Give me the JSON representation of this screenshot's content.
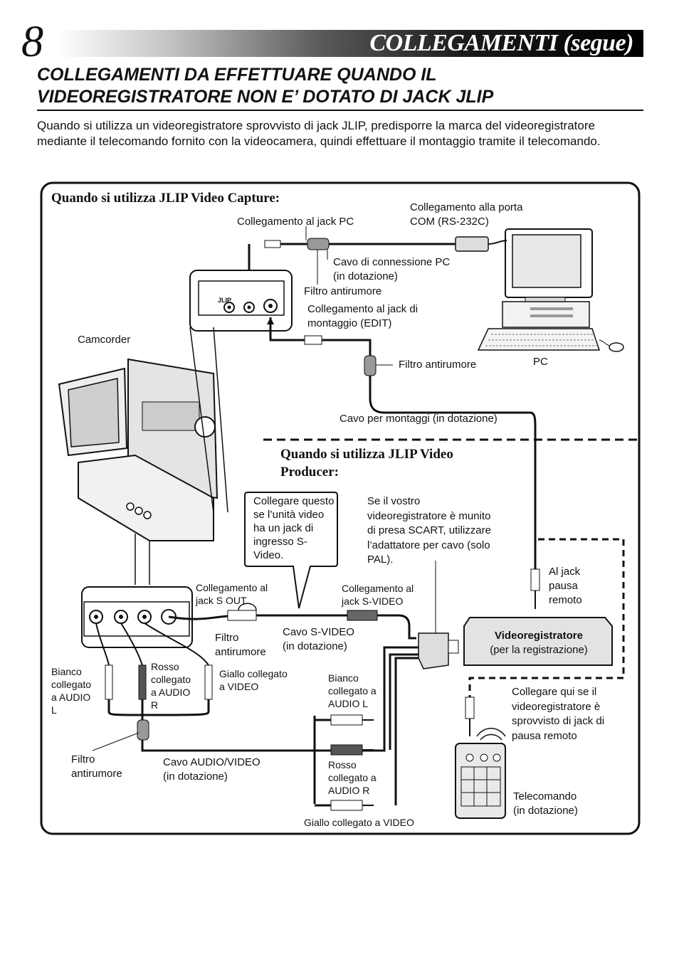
{
  "header": {
    "page_number": "8",
    "title": "COLLEGAMENTI (segue)"
  },
  "section": {
    "title_line1": "COLLEGAMENTI DA EFFETTUARE QUANDO IL",
    "title_line2": "VIDEOREGISTRATORE NON E’ DOTATO DI JACK JLIP",
    "intro": "Quando si utilizza un videoregistratore sprovvisto di jack JLIP,  predisporre la marca del videoregistratore mediante il telecomando fornito con la videocamera, quindi effettuare il montaggio tramite il telecomando."
  },
  "capture": {
    "heading": "Quando si utilizza JLIP Video Capture:",
    "pc_jack": "Collegamento al jack PC",
    "com_port_line1": "Collegamento alla porta",
    "com_port_line2": "COM (RS-232C)",
    "pc_cable_line1": "Cavo di connessione PC",
    "pc_cable_line2": "(in dotazione)",
    "noise_filter_1": "Filtro antirumore",
    "edit_jack_line1": "Collegamento al jack di",
    "edit_jack_line2": "montaggio (EDIT)",
    "camcorder": "Camcorder",
    "noise_filter_2": "Filtro antirumore",
    "pc": "PC",
    "edit_cable": "Cavo per montaggi (in dotazione)",
    "jlip_mark": "JLIP"
  },
  "producer": {
    "heading_line1": "Quando si utilizza JLIP Video",
    "heading_line2": "Producer:",
    "callout_lines": [
      "Collegare questo",
      "se l’unità video",
      "ha un jack di",
      "ingresso S-",
      "Video."
    ],
    "scart_lines": [
      "Se il vostro",
      "videoregistratore è munito",
      "di presa SCART, utilizzare",
      "l’adattatore per cavo (solo",
      "PAL)."
    ],
    "remote_pause_lines": [
      "Al jack",
      "pausa",
      "remoto"
    ],
    "s_out_lines": [
      "Collegamento al",
      "jack S OUT"
    ],
    "s_video_jack_lines": [
      "Collegamento al",
      "jack S-VIDEO"
    ],
    "filter_lines": [
      "Filtro",
      "antirumore"
    ],
    "s_video_cable_lines": [
      "Cavo S-VIDEO",
      "(in dotazione)"
    ],
    "vcr_name": "Videoregistratore",
    "vcr_sub": "(per la registrazione)",
    "white_left_lines": [
      "Bianco",
      "collegato",
      "a AUDIO",
      "L"
    ],
    "red_left_lines": [
      "Rosso",
      "collegato",
      "a AUDIO",
      "R"
    ],
    "yellow_left_lines": [
      "Giallo collegato",
      "a VIDEO"
    ],
    "white_right_lines": [
      "Bianco",
      "collegato a",
      "AUDIO L"
    ],
    "red_right_lines": [
      "Rosso",
      "collegato a",
      "AUDIO R"
    ],
    "yellow_right": "Giallo collegato a VIDEO",
    "remote_connect_lines": [
      "Collegare qui se il",
      "videoregistratore è",
      "sprovvisto di jack di",
      "pausa remoto"
    ],
    "filter_bottom_lines": [
      "Filtro",
      "antirumore"
    ],
    "av_cable_lines": [
      "Cavo AUDIO/VIDEO",
      "(in dotazione)"
    ],
    "remote_lines": [
      "Telecomando",
      "(in dotazione)"
    ]
  }
}
